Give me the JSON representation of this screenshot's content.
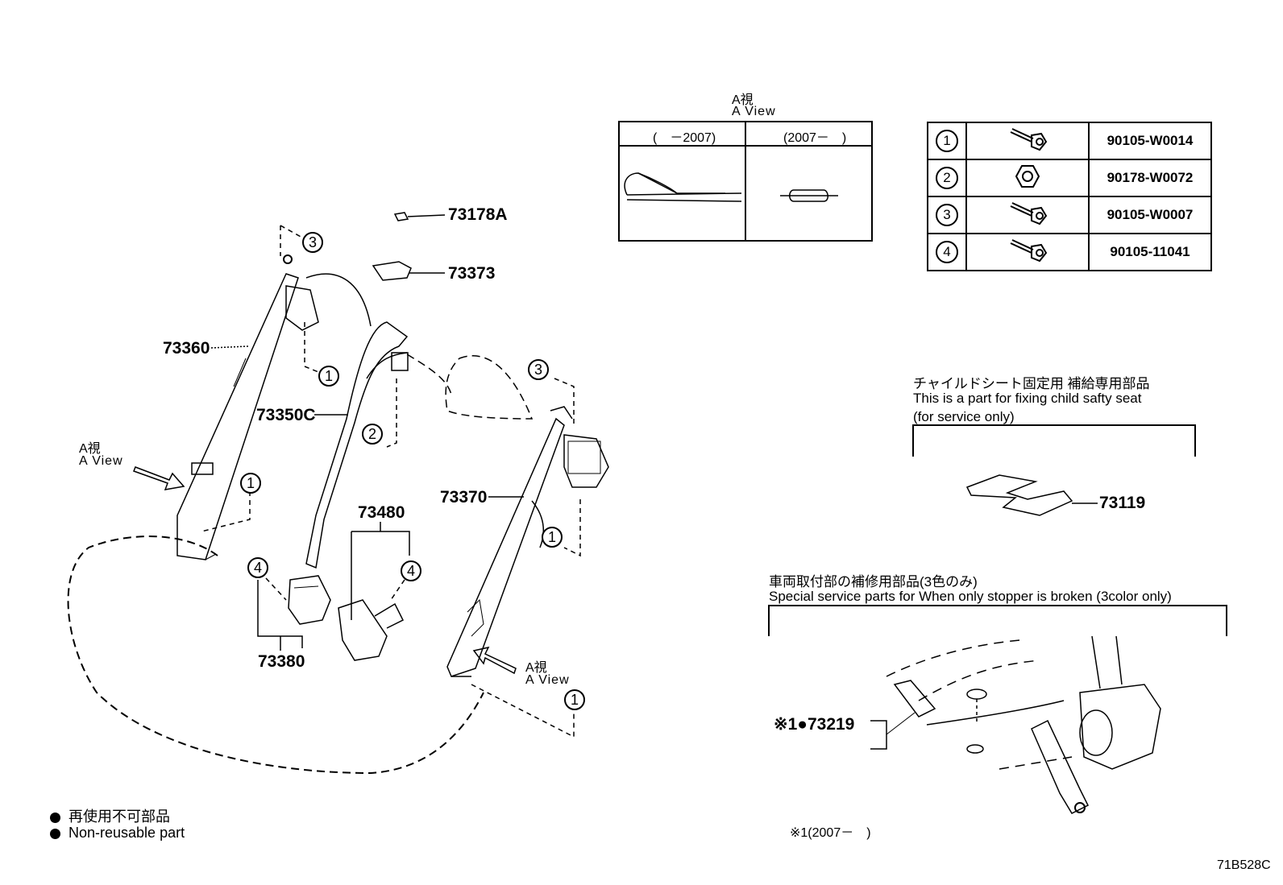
{
  "drawing_id": "71B528C",
  "callouts": {
    "c73178a": "73178A",
    "c73373": "73373",
    "c73360": "73360",
    "c73350c": "73350C",
    "c73370": "73370",
    "c73480": "73480",
    "c73380": "73380",
    "c73119": "73119",
    "c73219": "※1●73219"
  },
  "circle_labels": {
    "one": "1",
    "two": "2",
    "three": "3",
    "four": "4"
  },
  "a_view": {
    "title_jp": "A視",
    "title_en": "A View",
    "col1": "(　－2007)",
    "col2": "(2007－　)"
  },
  "left_arrow_label": {
    "jp": "A視",
    "en": "A View"
  },
  "right_arrow_label": {
    "jp": "A視",
    "en": "A View"
  },
  "parts_table": [
    {
      "num": "1",
      "icon": "bolt-icon",
      "part": "90105-W0014"
    },
    {
      "num": "2",
      "icon": "nut-icon",
      "part": "90178-W0072"
    },
    {
      "num": "3",
      "icon": "bolt-icon",
      "part": "90105-W0007"
    },
    {
      "num": "4",
      "icon": "bolt-icon",
      "part": "90105-11041"
    }
  ],
  "child_seat_note": {
    "jp": "チャイルドシート固定用 補給専用部品",
    "en1": "This is a part for fixing child safty seat",
    "en2": "(for service only)"
  },
  "stopper_note": {
    "jp": "車両取付部の補修用部品(3色のみ)",
    "en": "Special service parts for When only stopper is broken (3color only)"
  },
  "footnote": "※1(2007－　)",
  "legend": {
    "jp": "再使用不可部品",
    "en": "Non-reusable part"
  }
}
